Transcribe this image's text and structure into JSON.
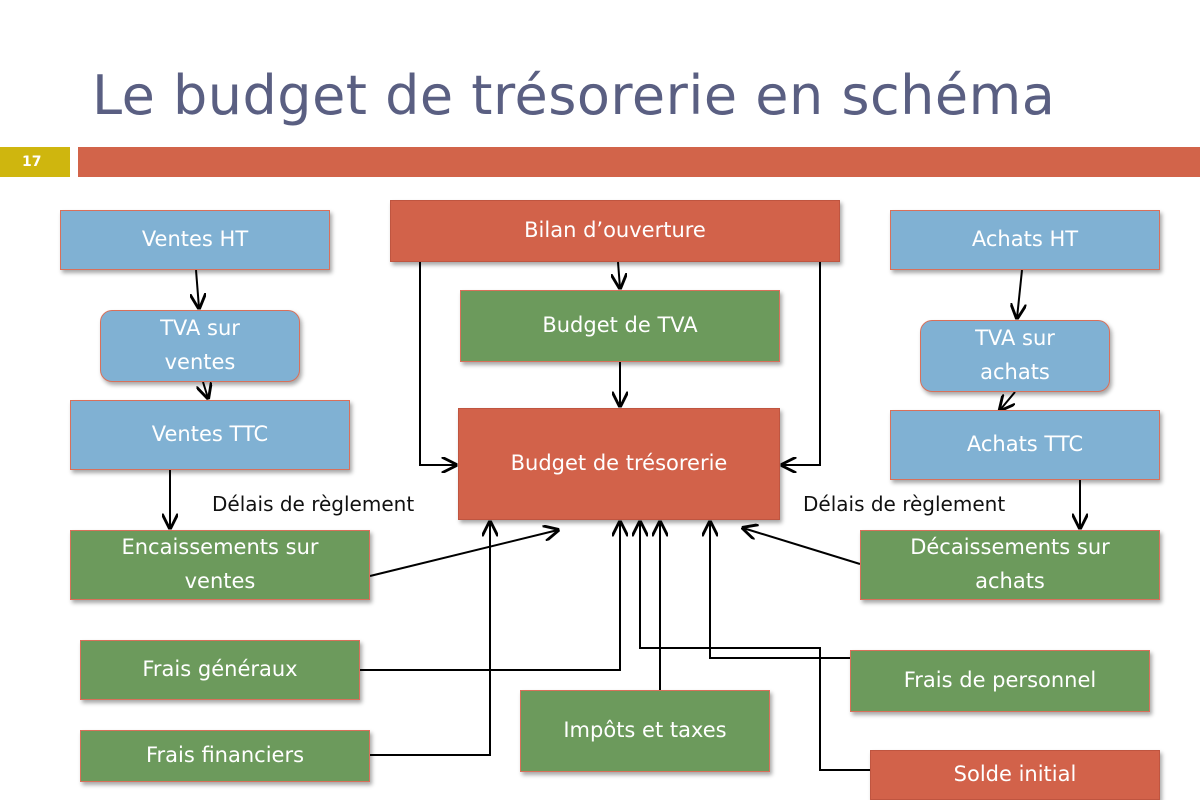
{
  "slide": {
    "title": "Le budget de trésorerie en schéma",
    "number": "17"
  },
  "nodes": {
    "ventes_ht": "Ventes HT",
    "tva_ventes": "TVA sur ventes",
    "ventes_ttc": "Ventes TTC",
    "encaissements": "Encaissements sur ventes",
    "bilan": "Bilan d’ouverture",
    "budget_tva": "Budget de TVA",
    "budget_tresorerie": "Budget de trésorerie",
    "achats_ht": "Achats HT",
    "tva_achats": "TVA sur achats",
    "achats_ttc": "Achats TTC",
    "decaissements": "Décaissements sur achats",
    "frais_generaux": "Frais généraux",
    "frais_financiers": "Frais financiers",
    "impots": "Impôts et taxes",
    "frais_personnel": "Frais de personnel",
    "solde_initial": "Solde initial"
  },
  "labels": {
    "delais_left": "Délais de règlement",
    "delais_right": "Délais de règlement"
  },
  "colors": {
    "title": "#5a5f82",
    "accent_bar": "#d2644a",
    "slide_number_bg": "#cfb60e",
    "blue_box": "#80b1d3",
    "red_box": "#d2624a",
    "green_box": "#6c9a5c"
  }
}
